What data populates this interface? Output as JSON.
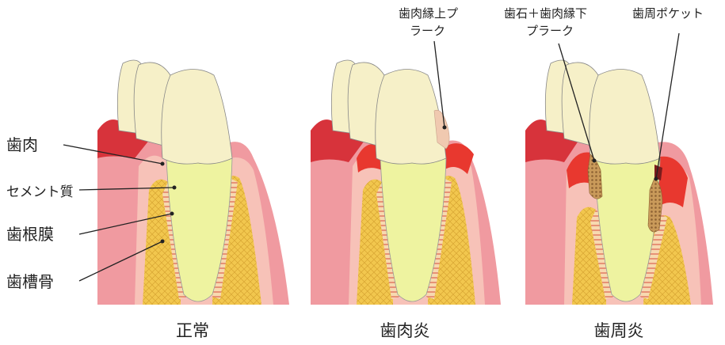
{
  "labels": {
    "gum": "歯肉",
    "cementum": "セメント質",
    "pdl": "歯根膜",
    "alveolar_bone": "歯槽骨"
  },
  "annotations": {
    "supragingival_plaque_line1": "歯肉縁上プ",
    "supragingival_plaque_line2": "ラーク",
    "calculus_line1": "歯石＋歯肉縁下",
    "calculus_line2": "プラーク",
    "periodontal_pocket": "歯周ポケット"
  },
  "captions": {
    "normal": "正常",
    "gingivitis": "歯肉炎",
    "periodontitis": "歯周炎"
  },
  "colors": {
    "enamel": "#f6f0c8",
    "root": "#eef3a0",
    "gum_red": "#d7333b",
    "gum_pink": "#f09aa0",
    "gum_light": "#f7c2b8",
    "bone": "#f2c74e",
    "inflamed": "#e8382f",
    "calculus": "#c99a5a",
    "plaque": "#f0c9b0"
  }
}
